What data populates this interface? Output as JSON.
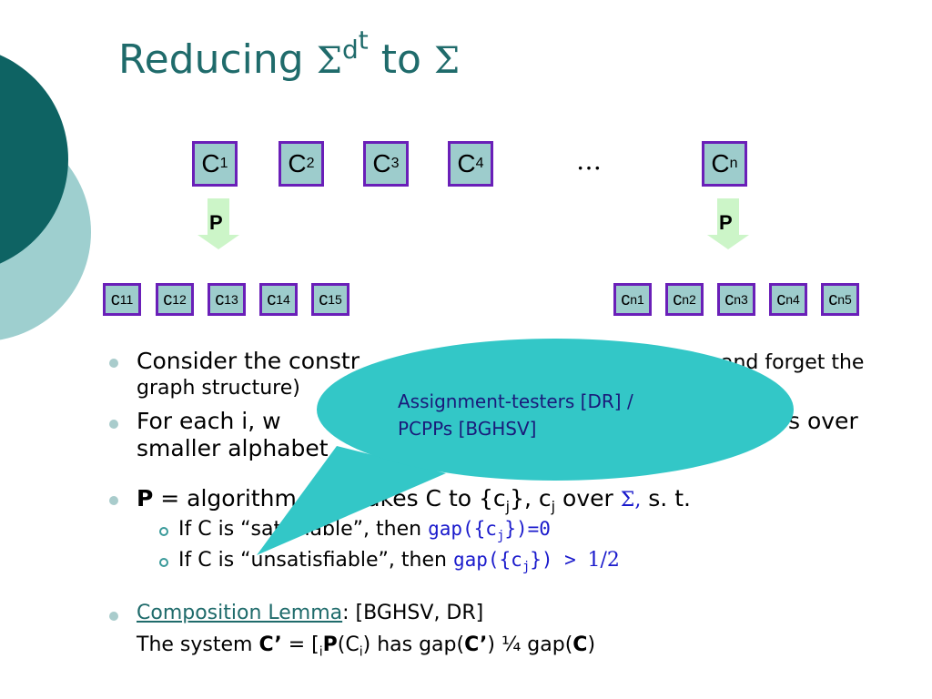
{
  "title": {
    "text": "Reducing ",
    "sigma": "Σ",
    "d": "d",
    "t": "t",
    "to": " to ",
    "sigma2": "Σ"
  },
  "colors": {
    "accent": "#1f6b6b",
    "box_fill": "#9dcccc",
    "box_border": "#6a1fb8",
    "callout": "#33c7c7",
    "blue": "#1a1acc"
  },
  "constraints": [
    {
      "letter": "C",
      "sub": "1"
    },
    {
      "letter": "C",
      "sub": "2"
    },
    {
      "letter": "C",
      "sub": "3"
    },
    {
      "letter": "C",
      "sub": "4"
    },
    {
      "letter": "C",
      "sub": "n"
    }
  ],
  "ellipsis": "…",
  "arrow_label": "P",
  "left_subs": [
    "11",
    "12",
    "13",
    "14",
    "15"
  ],
  "right_subs": [
    "n1",
    "n2",
    "n3",
    "n4",
    "n5"
  ],
  "small_letter": "c",
  "bullets": {
    "b1_line1": "Consider the constr",
    "b1_tail": "and forget the",
    "b1_line2": "graph structure)",
    "b2_line1": "For each i, w",
    "b2_tail": "s over",
    "b2_line2": "smaller alphabet",
    "b3_p": "P",
    "b3_text": " = algorithm that takes C to {c",
    "b3_j": "j",
    "b3_text2": "}, c",
    "b3_j2": "j",
    "b3_over": " over ",
    "b3_sigma": "Σ,",
    "b3_end": " s. t.",
    "s1_text": "If C is “satisfiable”, then ",
    "s1_gap": "gap({c",
    "s1_j": "j",
    "s1_end": "})=0",
    "s2_text": "If C is “unsatisfiable”, then ",
    "s2_gap": "gap({c",
    "s2_j": "j",
    "s2_end": "}) > ",
    "s2_half": "1/2",
    "lemma_link": "Composition Lemma",
    "lemma_rest": ": [BGHSV, DR]",
    "sys_pre": "The system ",
    "sys_c": "C’",
    "sys_eq": " = [",
    "sys_i": "i",
    "sys_p": "P",
    "sys_open": "(C",
    "sys_ci": "i",
    "sys_mid": ")  has gap(",
    "sys_c2": "C’",
    "sys_q": ") ¼ gap(",
    "sys_c3": "C",
    "sys_close": ")"
  },
  "callout": {
    "line1": "Assignment-testers [DR] /",
    "line2": "PCPPs [BGHSV]"
  }
}
